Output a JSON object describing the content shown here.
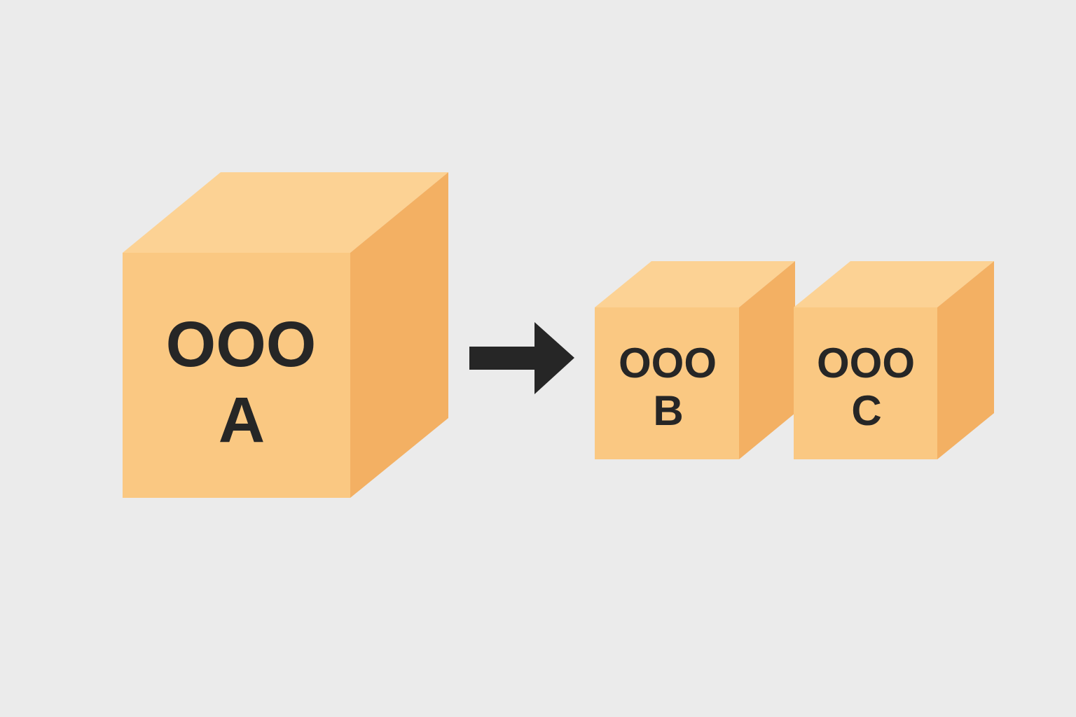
{
  "background_color": "#ebebeb",
  "colors": {
    "cube_front": "#fac882",
    "cube_top": "#fcd294",
    "cube_side": "#f3b063",
    "text": "#262626",
    "arrow": "#262626"
  },
  "cube_a": {
    "line1": "OOO",
    "line2": "A"
  },
  "cube_b": {
    "line1": "OOO",
    "line2": "B"
  },
  "cube_c": {
    "line1": "OOO",
    "line2": "C"
  },
  "arrow": {
    "icon": "right-arrow-icon"
  }
}
